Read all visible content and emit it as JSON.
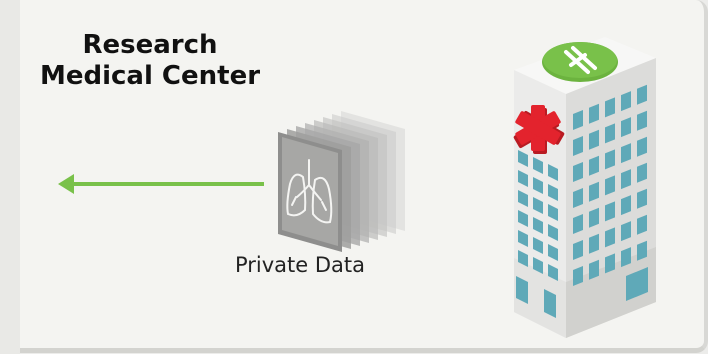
{
  "diagram": {
    "title_line1": "Research",
    "title_line2": "Medical Center",
    "data_label": "Private Data",
    "colors": {
      "arrow": "#79c14a",
      "helipad": "#79c14a",
      "medical_cross": "#e3232d",
      "building_front": "#f1f1f0",
      "building_side": "#dededc",
      "window": "#5fa9b8",
      "scan_layer": "#9a9a99"
    },
    "icons": [
      "arrow-left-icon",
      "lung-scan-stack-icon",
      "hospital-building-icon",
      "helipad-icon",
      "medical-cross-icon"
    ]
  }
}
